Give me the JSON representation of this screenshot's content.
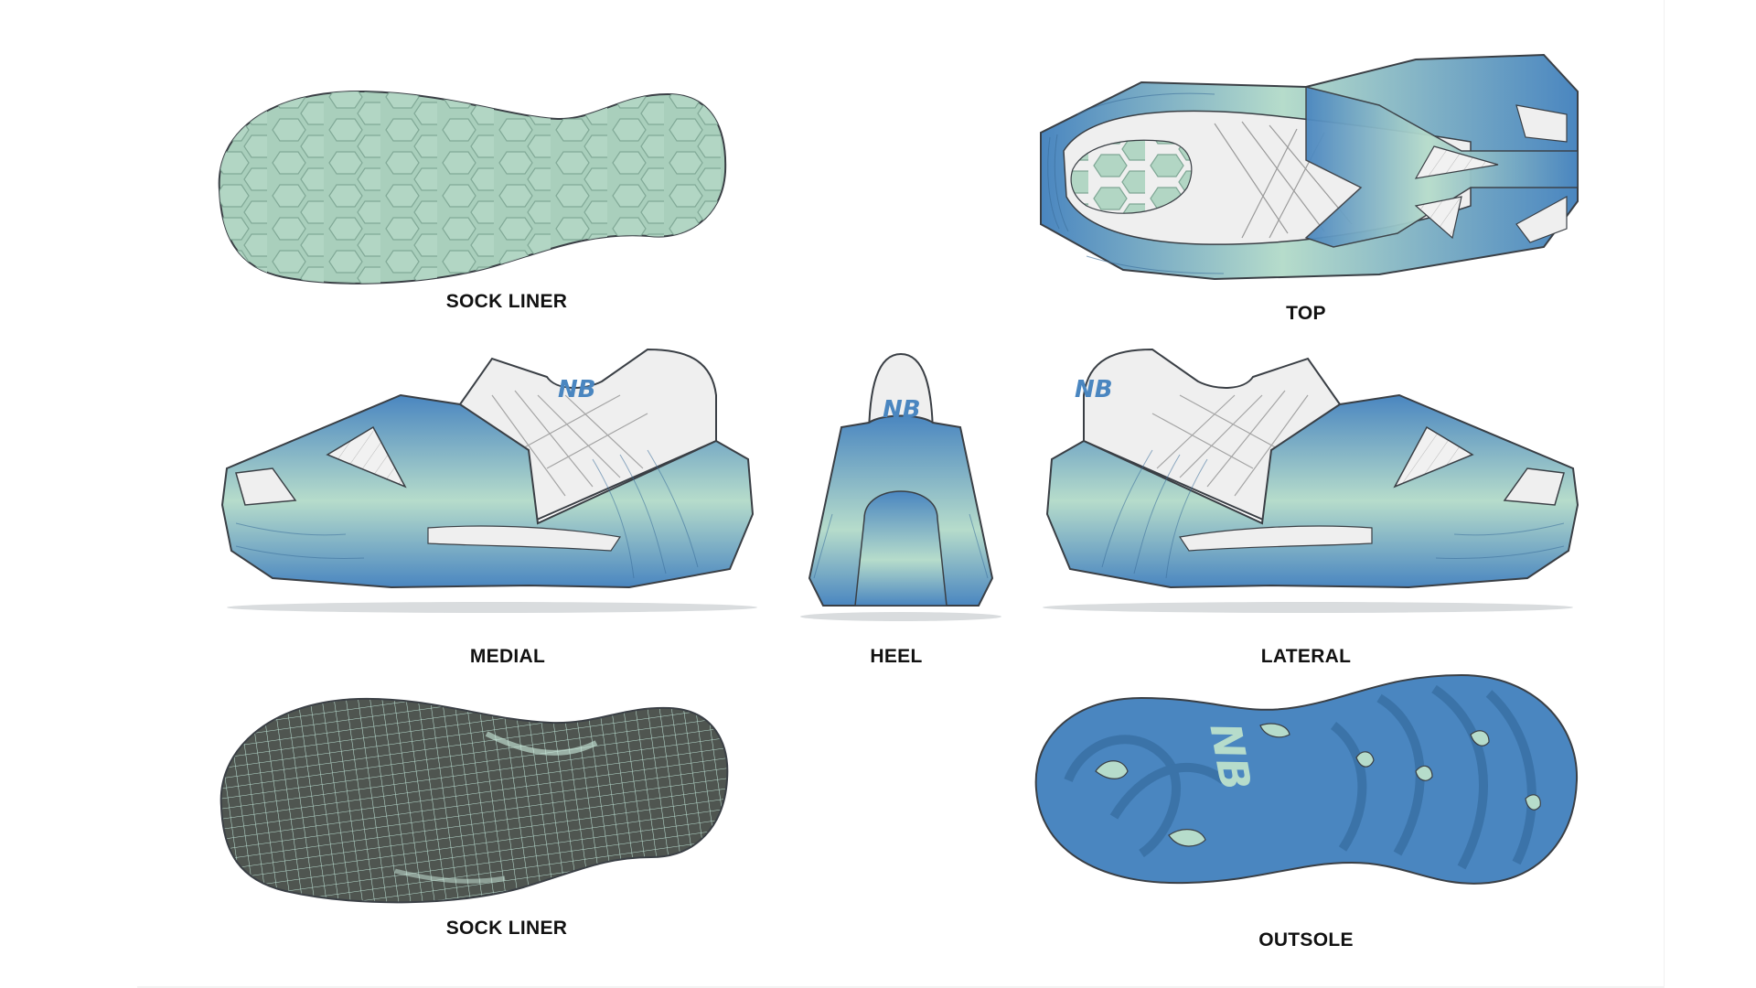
{
  "views": {
    "sock_liner_top": {
      "label": "SOCK LINER"
    },
    "top": {
      "label": "TOP"
    },
    "medial": {
      "label": "MEDIAL"
    },
    "heel": {
      "label": "HEEL"
    },
    "lateral": {
      "label": "LATERAL"
    },
    "sock_liner_bottom": {
      "label": "SOCK LINER"
    },
    "outsole": {
      "label": "OUTSOLE"
    }
  },
  "colors": {
    "accent_blue": "#4a86c0",
    "mint": "#b6dccb",
    "pale_mint": "#a7cdb9",
    "upper_white": "#efefef",
    "mesh_dark": "#4f5550",
    "outline": "#3a3f45"
  },
  "icons": {
    "brand_logo": "new-balance-nb-logo"
  }
}
